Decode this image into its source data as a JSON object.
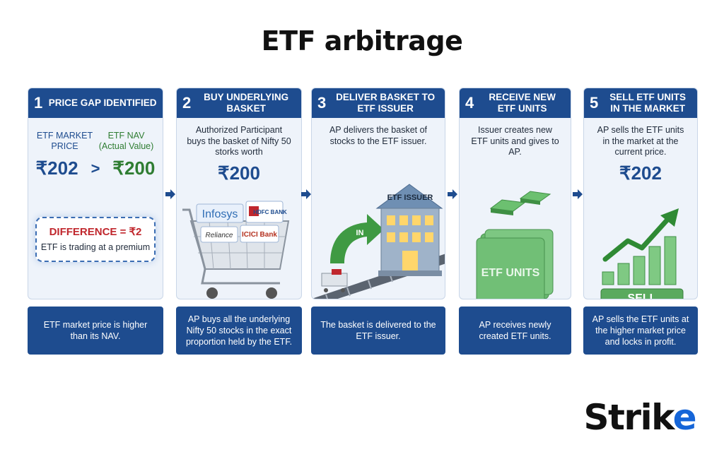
{
  "title": "ETF arbitrage",
  "steps": [
    {
      "number": "1",
      "heading": "PRICE GAP IDENTIFIED",
      "etf_market_price_label": "ETF MARKET PRICE",
      "etf_nav_label": "ETF NAV",
      "etf_nav_sub": "(Actual Value)",
      "market_price": "₹202",
      "comparator": ">",
      "nav_value": "₹200",
      "difference": "DIFFERENCE = ₹2",
      "difference_note": "ETF is trading at a premium",
      "caption": "ETF market price is higher than its NAV."
    },
    {
      "number": "2",
      "heading": "BUY UNDERLYING BASKET",
      "description": "Authorized Participant buys the basket of Nifty 50 storks worth",
      "price": "₹200",
      "basket_labels": [
        "Infosys",
        "HDFC BANK",
        "Reliance",
        "ICICI Bank"
      ],
      "caption": "AP buys all the underlying Nifty 50 stocks in the exact proportion held by the ETF."
    },
    {
      "number": "3",
      "heading": "DELIVER BASKET TO ETF ISSUER",
      "description": "AP delivers the basket of stocks to the ETF issuer.",
      "arrow_label": "IN",
      "building_label": "ETF ISSUER",
      "caption": "The basket is delivered to the ETF issuer."
    },
    {
      "number": "4",
      "heading": "RECEIVE NEW ETF UNITS",
      "description": "Issuer creates new ETF units and gives to AP.",
      "units_label": "ETF UNITS",
      "caption": "AP receives newly created ETF units."
    },
    {
      "number": "5",
      "heading": "SELL ETF UNITS IN THE MARKET",
      "description": "AP sells the ETF units in the market at the current price.",
      "price": "₹202",
      "sell_label": "SELL",
      "caption": "AP sells the ETF units at the higher market price and locks in profit."
    }
  ],
  "brand": {
    "name_main": "Stri",
    "name_k": "k",
    "name_e": "e"
  },
  "colors": {
    "header_blue": "#1e4c8f",
    "green": "#2f7d32",
    "red": "#c0272d",
    "card_bg": "#eef3fa"
  }
}
